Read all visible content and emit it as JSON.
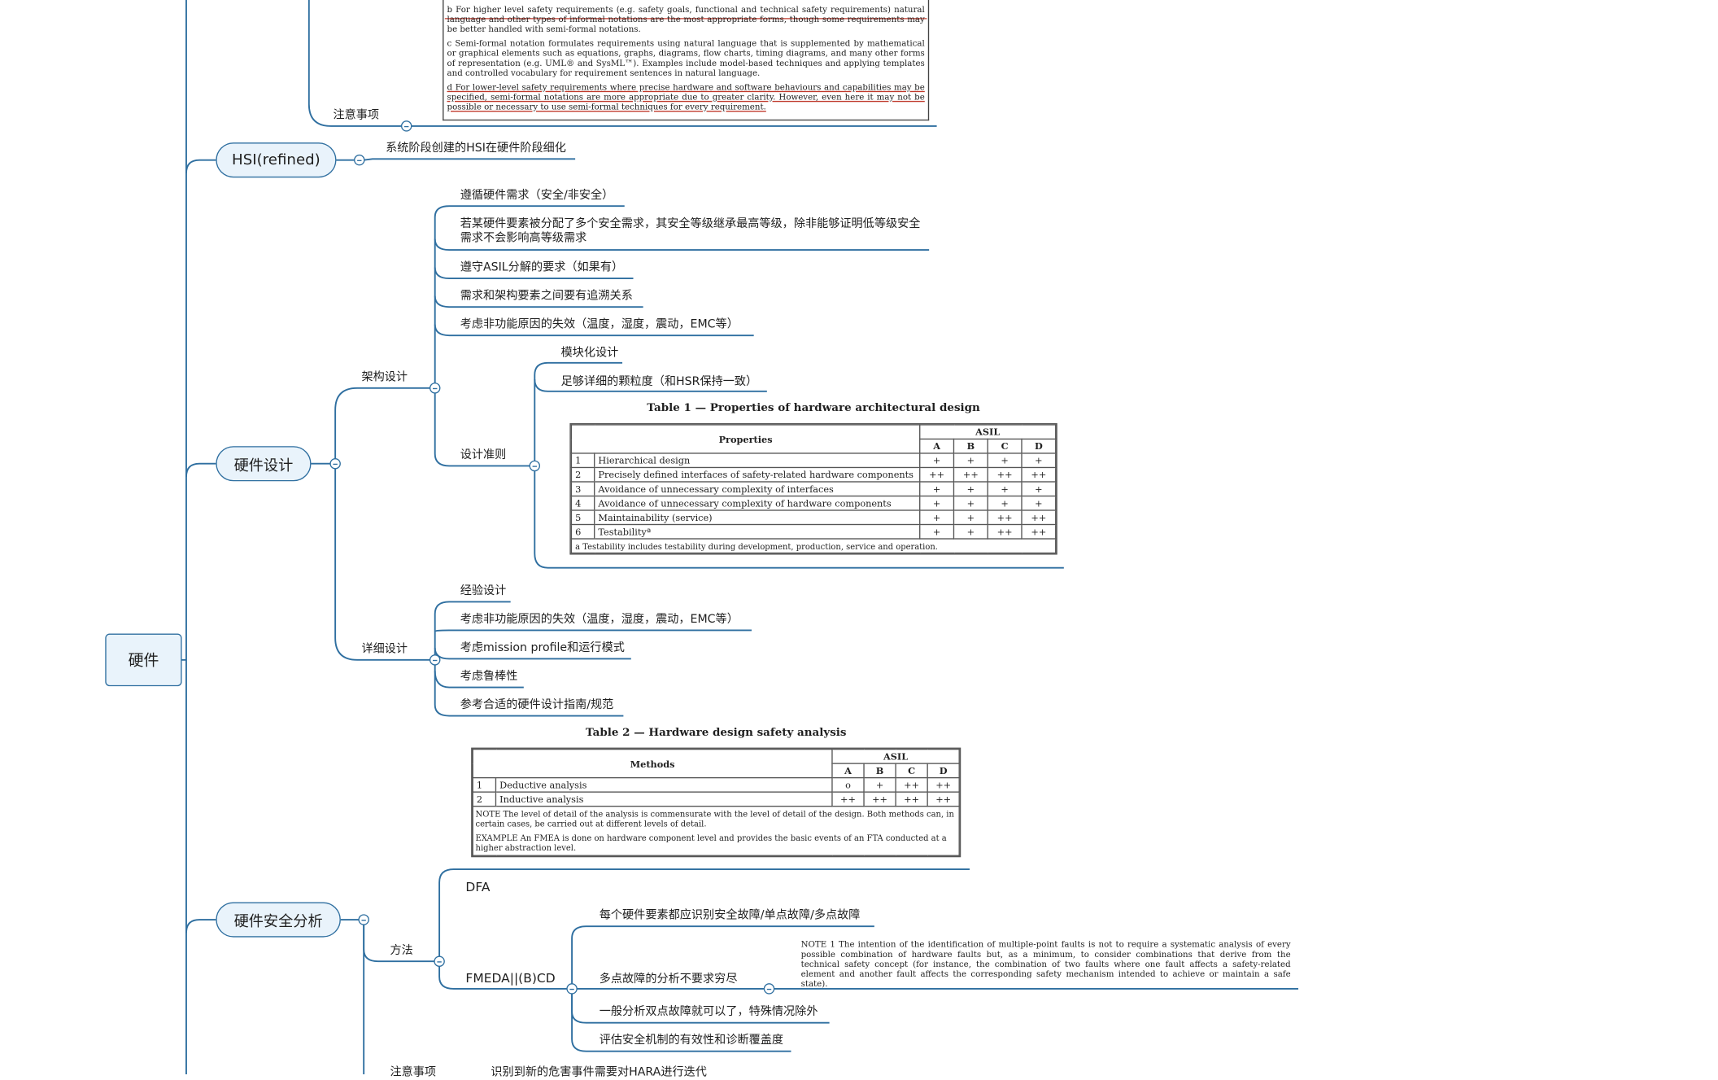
{
  "root": "硬件",
  "nodes": {
    "hsi": "HSI(refined)",
    "design": "硬件设计",
    "analysis": "硬件安全分析"
  },
  "top": {
    "notice": "注意事项",
    "note_b": "b  For higher level safety requirements (e.g. safety goals, functional and technical safety requirements) natural language and other types of informal notations are the most appropriate forms, though some requirements may be better handled with semi-formal notations.",
    "note_c": "c  Semi-formal notation formulates requirements using natural language that is supplemented by mathematical or graphical elements such as equations, graphs, diagrams, flow charts, timing diagrams, and many other forms of representation (e.g. UML® and SysML™). Examples include model-based techniques and applying templates and controlled vocabulary for requirement sentences in natural language.",
    "note_d": "d  For lower-level safety requirements where precise hardware and software behaviours and capabilities may be specified, semi-formal notations are more appropriate due to greater clarity. However, even here it may not be possible or necessary to use semi-formal techniques for every requirement."
  },
  "hsi": {
    "desc": "系统阶段创建的HSI在硬件阶段细化"
  },
  "design": {
    "arch_label": "架构设计",
    "arch": [
      "遵循硬件需求（安全/非安全）",
      "若某硬件要素被分配了多个安全需求，其安全等级继承最高等级，除非能够证明低等级安全需求不会影响高等级需求",
      "遵守ASIL分解的要求（如果有）",
      "需求和架构要素之间要有追溯关系",
      "考虑非功能原因的失效（温度，湿度，震动，EMC等）"
    ],
    "criteria_label": "设计准则",
    "criteria": [
      "模块化设计",
      "足够详细的颗粒度（和HSR保持一致）"
    ],
    "table1": {
      "caption": "Table 1 — Properties of hardware architectural design",
      "col_props": "Properties",
      "col_asil": "ASIL",
      "levels": [
        "A",
        "B",
        "C",
        "D"
      ],
      "rows": [
        {
          "n": "1",
          "p": "Hierarchical design",
          "v": [
            "+",
            "+",
            "+",
            "+"
          ]
        },
        {
          "n": "2",
          "p": "Precisely defined interfaces of safety-related hardware components",
          "v": [
            "++",
            "++",
            "++",
            "++"
          ]
        },
        {
          "n": "3",
          "p": "Avoidance of unnecessary complexity of interfaces",
          "v": [
            "+",
            "+",
            "+",
            "+"
          ]
        },
        {
          "n": "4",
          "p": "Avoidance of unnecessary complexity of hardware components",
          "v": [
            "+",
            "+",
            "+",
            "+"
          ]
        },
        {
          "n": "5",
          "p": "Maintainability (service)",
          "v": [
            "+",
            "+",
            "++",
            "++"
          ]
        },
        {
          "n": "6",
          "p": "Testabilityª",
          "v": [
            "+",
            "+",
            "++",
            "++"
          ]
        }
      ],
      "footnote": "a    Testability includes testability during development, production, service and operation."
    },
    "detail_label": "详细设计",
    "detail": [
      "经验设计",
      "考虑非功能原因的失效（温度，湿度，震动，EMC等）",
      "考虑mission profile和运行模式",
      "考虑鲁棒性",
      "参考合适的硬件设计指南/规范"
    ]
  },
  "analysis": {
    "table2": {
      "caption": "Table 2 — Hardware design safety analysis",
      "col_methods": "Methods",
      "col_asil": "ASIL",
      "levels": [
        "A",
        "B",
        "C",
        "D"
      ],
      "rows": [
        {
          "n": "1",
          "m": "Deductive analysis",
          "v": [
            "o",
            "+",
            "++",
            "++"
          ]
        },
        {
          "n": "2",
          "m": "Inductive analysis",
          "v": [
            "++",
            "++",
            "++",
            "++"
          ]
        }
      ],
      "note": "NOTE   The level of detail of the analysis is commensurate with the level of detail of the design. Both methods can, in certain cases, be carried out at different levels of detail.",
      "example": "EXAMPLE   An FMEA is done on hardware component level and provides the basic events of an FTA conducted at a higher abstraction level."
    },
    "method_label": "方法",
    "dfa": "DFA",
    "fmeda": "FMEDA||(B)CD",
    "fmeda_items": [
      "每个硬件要素都应识别安全故障/单点故障/多点故障",
      "多点故障的分析不要求穷尽",
      "一般分析双点故障就可以了，特殊情况除外",
      "评估安全机制的有效性和诊断覆盖度"
    ],
    "note1": "NOTE 1      The intention of the identification of multiple-point faults is not to require a systematic analysis of every possible combination of hardware faults but, as a minimum, to consider combinations that derive from the technical safety concept (for instance, the combination of two faults where one fault affects a safety-related element and another fault affects the corresponding safety mechanism intended to achieve or maintain a safe state).",
    "notice": "注意事项",
    "bottom_partial": "识别到新的危害事件需要对HARA进行迭代"
  }
}
